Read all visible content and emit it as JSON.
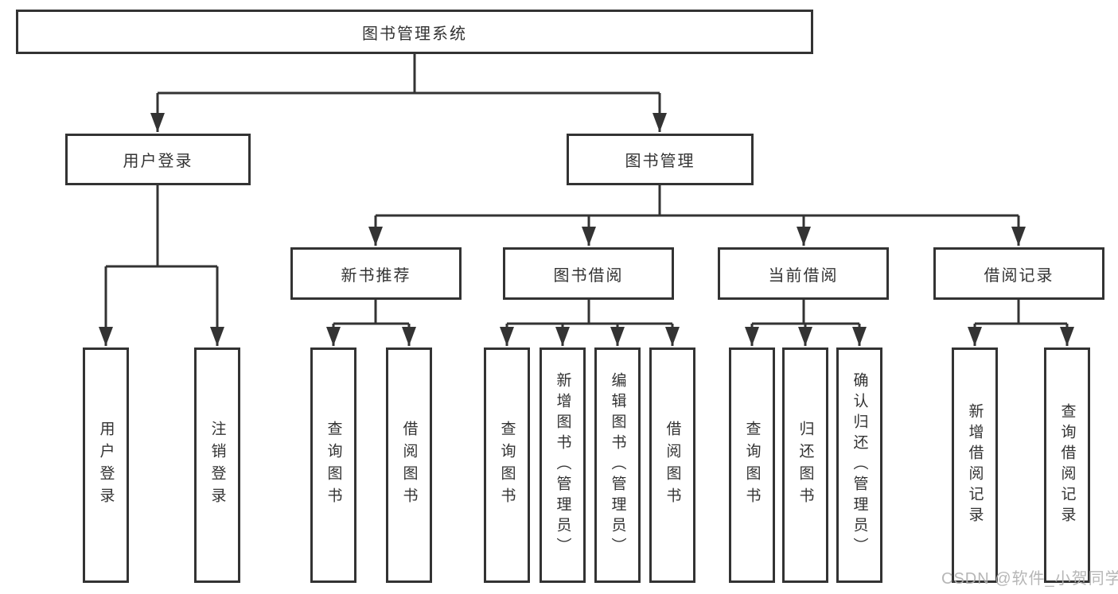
{
  "diagram": {
    "root": {
      "label": "图书管理系统"
    },
    "branches": [
      {
        "label": "用户登录",
        "children": [
          "用户登录",
          "注销登录"
        ]
      },
      {
        "label": "图书管理",
        "sections": [
          {
            "label": "新书推荐",
            "children": [
              "查询图书",
              "借阅图书"
            ]
          },
          {
            "label": "图书借阅",
            "children": [
              "查询图书",
              "新增图书（管理员）",
              "编辑图书（管理员）",
              "借阅图书"
            ]
          },
          {
            "label": "当前借阅",
            "children": [
              "查询图书",
              "归还图书",
              "确认归还（管理员）"
            ]
          },
          {
            "label": "借阅记录",
            "children": [
              "新增借阅记录",
              "查询借阅记录"
            ]
          }
        ]
      }
    ]
  },
  "watermark": {
    "text": "CSDN @软件_小贺同学"
  },
  "colors": {
    "line": "#333333",
    "box_border": "#333333",
    "text": "#333333",
    "background": "#ffffff",
    "watermark_text": "#b0b0b0"
  }
}
